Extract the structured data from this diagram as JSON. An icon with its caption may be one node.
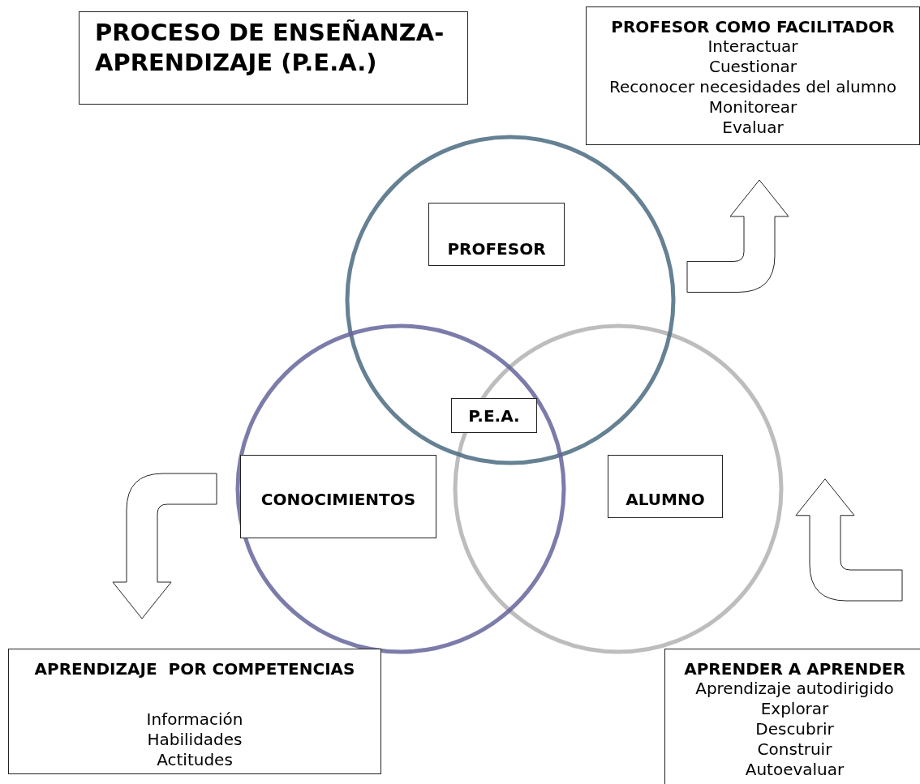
{
  "diagram": {
    "title": "PROCESO DE ENSEÑANZA-APRENDIZAJE (P.E.A.)",
    "nodes": [
      {
        "text": [
          "PROFESOR COMO FACILITADOR",
          "Interactuar",
          "Cuestionar",
          "Reconocer necesidades del alumno",
          "Monitorear",
          "Evaluar"
        ]
      },
      {
        "text": [],
        "shape": "circle"
      },
      {
        "text": [
          "PROFESOR"
        ],
        "in": 1
      },
      {
        "text": [],
        "shape": "circle"
      },
      {
        "text": [],
        "shape": "circle"
      },
      {
        "text": [
          "P.E.A."
        ]
      },
      {
        "text": [
          "CONOCIMIENTOS"
        ],
        "in": 3
      },
      {
        "text": [
          "ALUMNO"
        ],
        "in": 4
      },
      {
        "text": [
          "APRENDIZAJE  POR COMPETENCIAS",
          "Información",
          "Habilidades",
          "Actitudes"
        ]
      },
      {
        "text": [
          "APRENDER A APRENDER",
          "Aprendizaje autodirigido",
          "Explorar",
          "Descubrir",
          "Construir",
          "Autoevaluar"
        ]
      }
    ],
    "edges": [
      {
        "from": 1,
        "to": 0,
        "arrow": "to"
      },
      {
        "from": 3,
        "to": 8,
        "arrow": "to"
      },
      {
        "from": 9,
        "to": 4,
        "arrow": "to"
      }
    ]
  }
}
